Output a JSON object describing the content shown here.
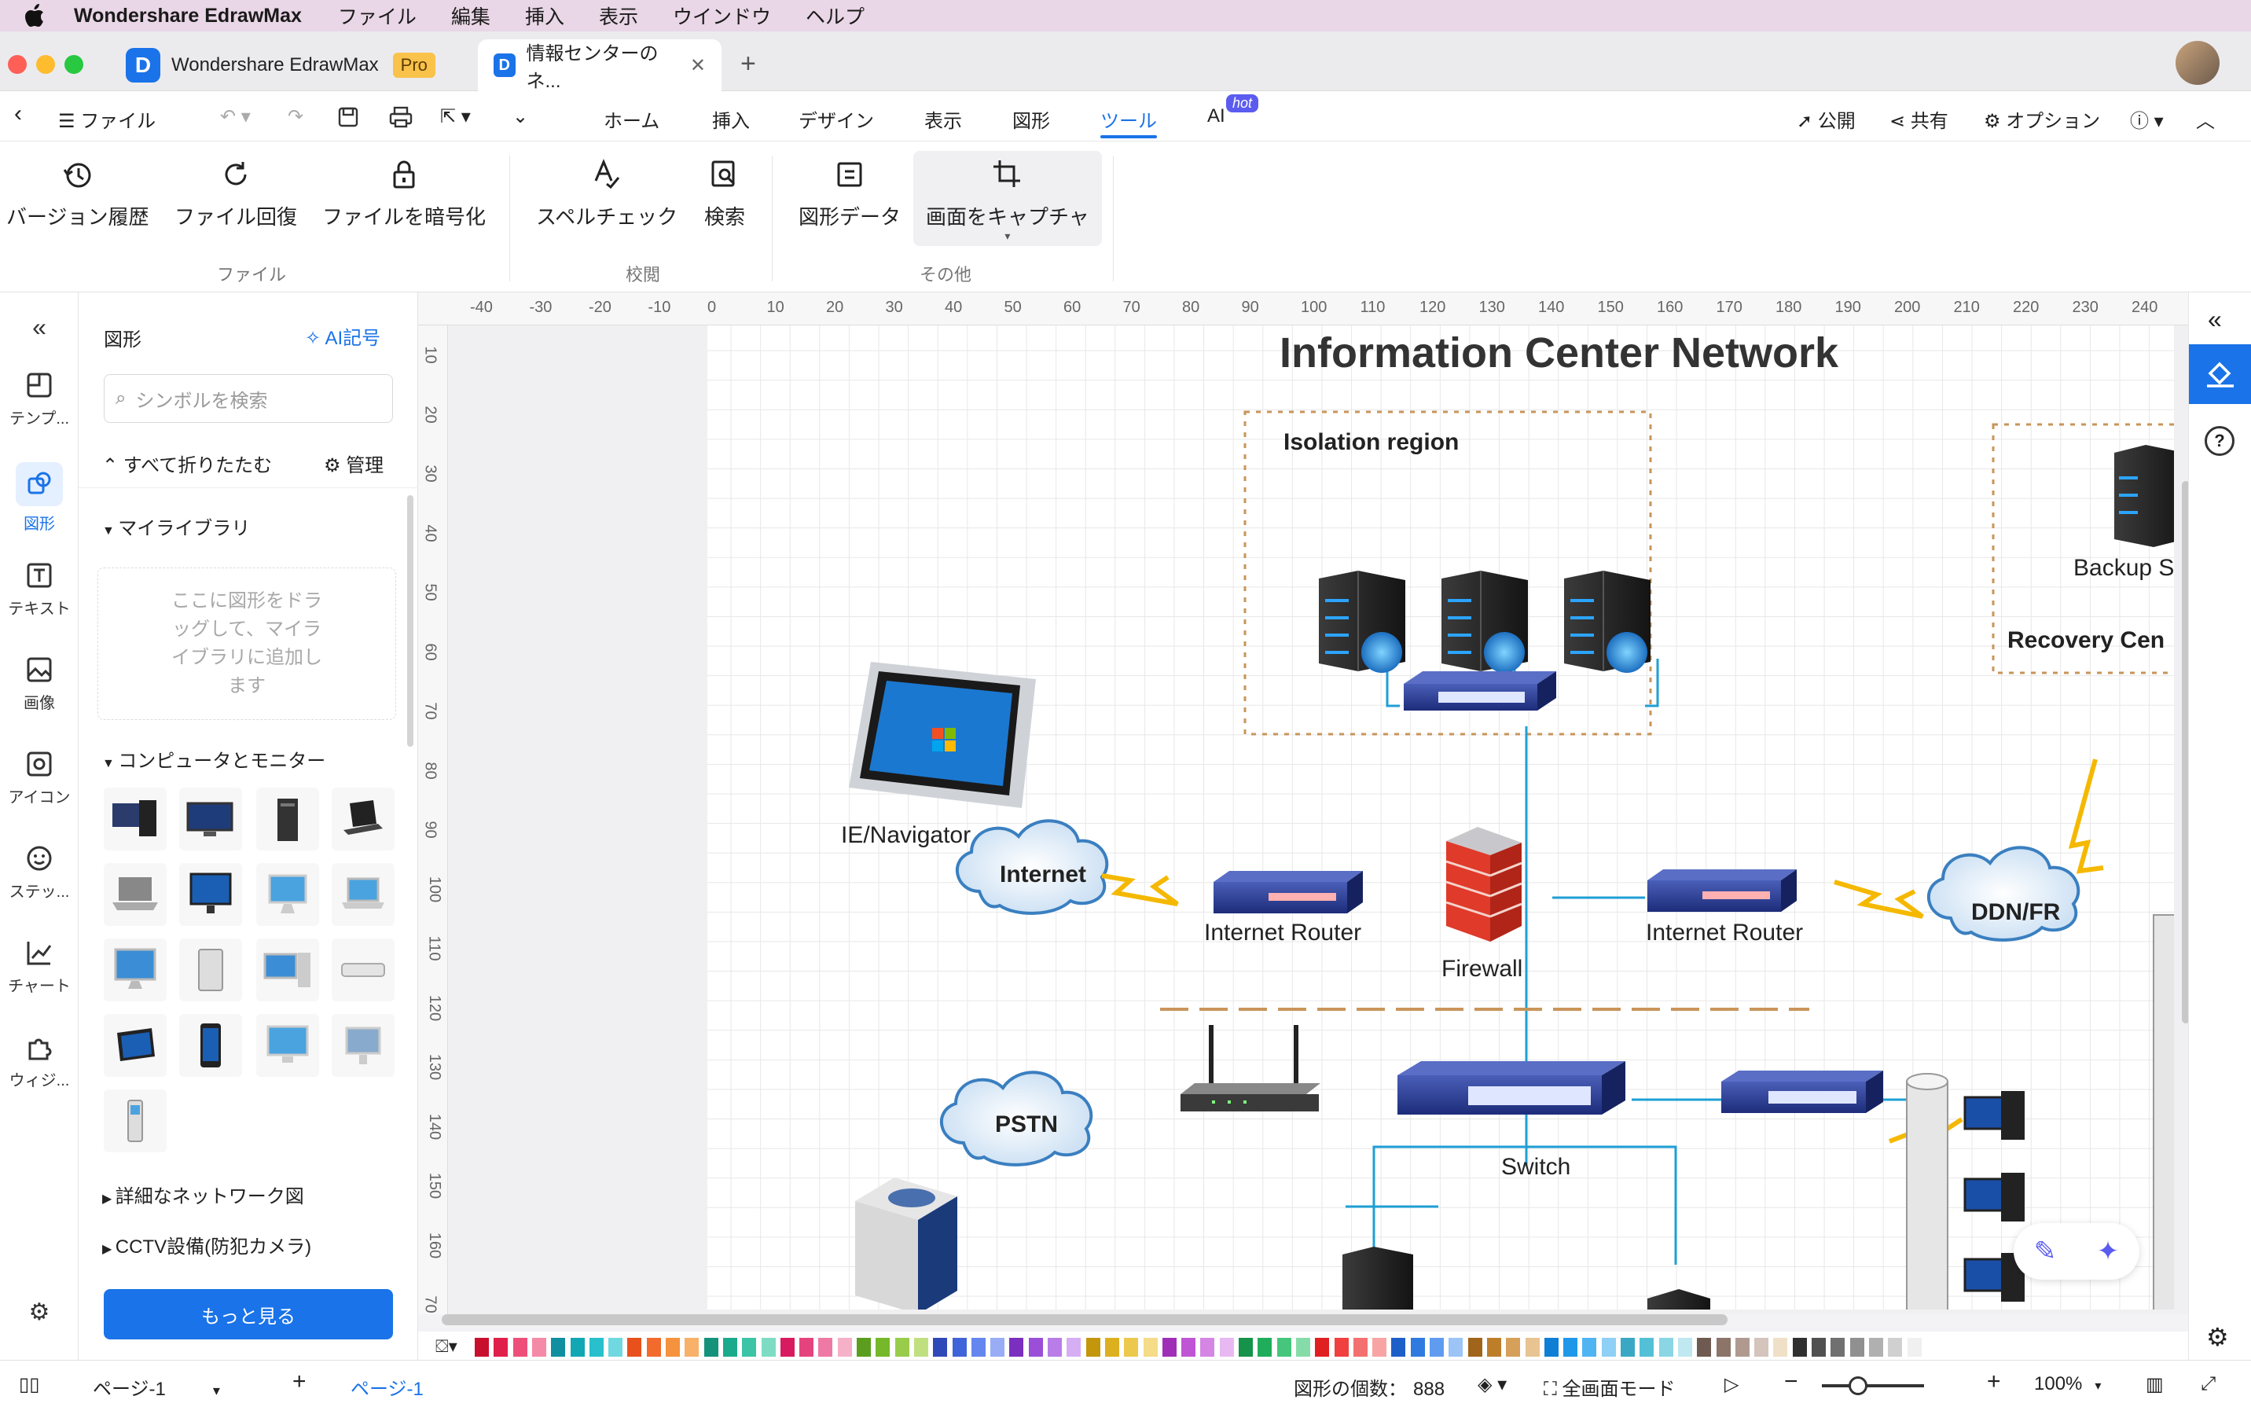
{
  "menubar": {
    "app": "Wondershare EdrawMax",
    "items": [
      "ファイル",
      "編集",
      "挿入",
      "表示",
      "ウインドウ",
      "ヘルプ"
    ]
  },
  "tabs": {
    "home_tab": "Wondershare EdrawMax",
    "pro_badge": "Pro",
    "doc_tab": "情報センターのネ..."
  },
  "menu": {
    "file": "ファイル",
    "items": [
      "ホーム",
      "挿入",
      "デザイン",
      "表示",
      "図形",
      "ツール",
      "AI"
    ],
    "ai_badge": "hot",
    "publish": "公開",
    "share": "共有",
    "options": "オプション"
  },
  "ribbon": {
    "buttons": [
      "バージョン履歴",
      "ファイル回復",
      "ファイルを暗号化",
      "スペルチェック",
      "検索",
      "図形データ",
      "画面をキャプチャ"
    ],
    "groups": [
      "ファイル",
      "校閲",
      "その他"
    ]
  },
  "rail": [
    "テンプ...",
    "図形",
    "テキスト",
    "画像",
    "アイコン",
    "ステッ...",
    "チャート",
    "ウィジ..."
  ],
  "panel": {
    "title": "図形",
    "ai_symbol": "AI記号",
    "search_placeholder": "シンボルを検索",
    "collapse_all": "すべて折りたたむ",
    "manage": "管理",
    "my_library": "マイライブラリ",
    "my_library_hint": "ここに図形をドラッグして、マイライブラリに追加します",
    "computers": "コンピュータとモニター",
    "network": "詳細なネットワーク図",
    "cctv": "CCTV設備(防犯カメラ)",
    "more": "もっと見る"
  },
  "ruler": {
    "h": [
      "-40",
      "-30",
      "-20",
      "-10",
      "0",
      "10",
      "20",
      "30",
      "40",
      "50",
      "60",
      "70",
      "80",
      "90",
      "100",
      "110",
      "120",
      "130",
      "140",
      "150",
      "160",
      "170",
      "180",
      "190",
      "200",
      "210",
      "220",
      "230",
      "240"
    ],
    "v": [
      "10",
      "20",
      "30",
      "40",
      "50",
      "60",
      "70",
      "80",
      "90",
      "100",
      "110",
      "120",
      "130",
      "140",
      "150",
      "160",
      "70"
    ]
  },
  "diagram": {
    "title": "Information Center Network",
    "isolation": "Isolation region",
    "backup": "Backup S",
    "recovery": "Recovery Cen",
    "ie": "IE/Navigator",
    "internet": "Internet",
    "router1": "Internet Router",
    "firewall": "Firewall",
    "router2": "Internet Router",
    "ddn": "DDN/FR",
    "pstn": "PSTN",
    "switch": "Switch"
  },
  "palette": [
    "#c8102e",
    "#e0204a",
    "#ee4f7a",
    "#f48aa8",
    "#0f8fa0",
    "#12a7b5",
    "#27c0cc",
    "#6fd8e0",
    "#e8501c",
    "#f26b2c",
    "#f5923e",
    "#f7b168",
    "#15927a",
    "#1aaa8c",
    "#3cc4a6",
    "#7edcc4",
    "#d81b60",
    "#e5437e",
    "#ee79a4",
    "#f6b0c8",
    "#5b9e1e",
    "#76b82a",
    "#98cc4a",
    "#c0e080",
    "#3049b8",
    "#3f63d9",
    "#6486ee",
    "#98adf6",
    "#7b2fbf",
    "#9b4fd8",
    "#b97de8",
    "#d6aef4",
    "#c4960c",
    "#ddb020",
    "#ecc84c",
    "#f4dc88",
    "#a02fb8",
    "#bf55d4",
    "#d586e4",
    "#e8b8f2",
    "#16934a",
    "#20ad5b",
    "#46c67c",
    "#86dca8",
    "#e02020",
    "#f04040",
    "#f47070",
    "#f8a4a4",
    "#1d5fc9",
    "#2f7ae0",
    "#5f9cf0",
    "#9cc4f6",
    "#a0641a",
    "#bd7e2a",
    "#d6a05a",
    "#e8c492",
    "#0f7fd6",
    "#1f98ea",
    "#4fb4f2",
    "#8ed0f6",
    "#3aa8c4",
    "#54c0d6",
    "#8ad6e4",
    "#bfe8f0",
    "#6e5a50",
    "#8c7468",
    "#b09a90",
    "#d4c4bc",
    "#f0e0c8",
    "#303030",
    "#505050",
    "#707070",
    "#909090",
    "#b0b0b0",
    "#d0d0d0",
    "#f0f0f0"
  ],
  "status": {
    "page_tab": "ページ-1",
    "page_active": "ページ-1",
    "shape_count_label": "図形の個数：",
    "shape_count": "888",
    "fullscreen": "全画面モード",
    "zoom": "100%"
  }
}
